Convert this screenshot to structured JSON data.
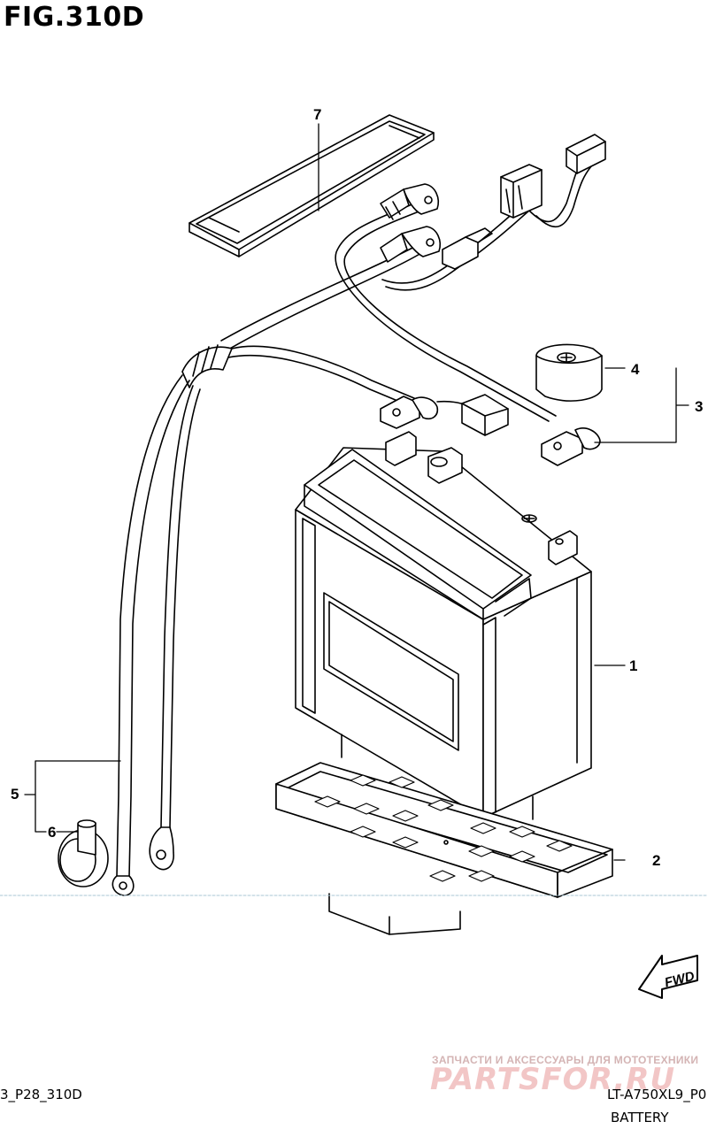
{
  "figure": {
    "title": "FIG.310D"
  },
  "callouts": [
    {
      "id": "1",
      "text": "1"
    },
    {
      "id": "2",
      "text": "2"
    },
    {
      "id": "3",
      "text": "3"
    },
    {
      "id": "4",
      "text": "4"
    },
    {
      "id": "5",
      "text": "5"
    },
    {
      "id": "6",
      "text": "6"
    },
    {
      "id": "7",
      "text": "7"
    }
  ],
  "fwd_label": "FWD",
  "footer": {
    "left_code": "3_P28_310D",
    "model_code": "LT-A750XL9_P0",
    "section_name": "BATTERY"
  },
  "watermark": {
    "tagline": "ЗАПЧАСТИ И АКСЕССУАРЫ ДЛЯ МОТОТЕХНИКИ",
    "brand": "PARTSFOR.RU"
  }
}
